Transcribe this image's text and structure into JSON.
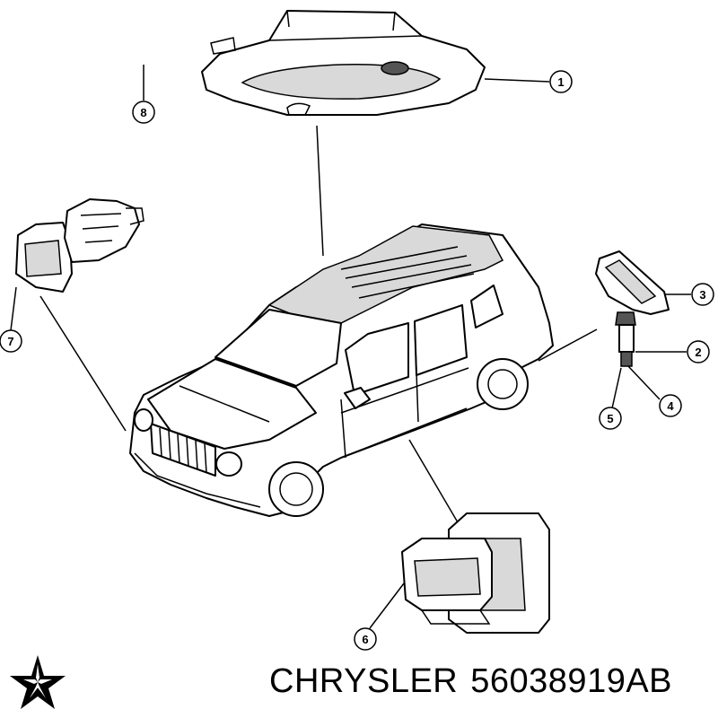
{
  "callouts": [
    {
      "id": "1",
      "label": "1"
    },
    {
      "id": "2",
      "label": "2"
    },
    {
      "id": "3",
      "label": "3"
    },
    {
      "id": "4",
      "label": "4"
    },
    {
      "id": "5",
      "label": "5"
    },
    {
      "id": "6",
      "label": "6"
    },
    {
      "id": "7",
      "label": "7"
    },
    {
      "id": "8",
      "label": "8"
    }
  ],
  "footer": {
    "brand": "CHRYSLER",
    "part_number": "56038919AB"
  },
  "icons": {
    "logo": "chrysler-pentastar-icon"
  },
  "colors": {
    "line": "#000000",
    "background": "#ffffff"
  }
}
